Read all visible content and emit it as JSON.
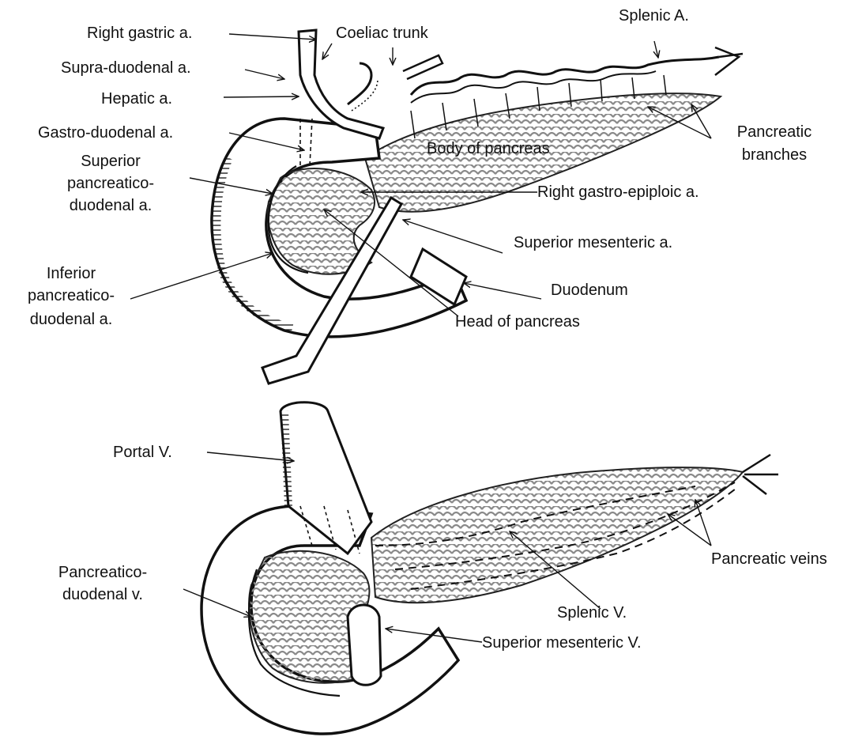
{
  "arterial_supply": {
    "labels": {
      "right_gastric": "Right gastric a.",
      "coeliac_trunk": "Coeliac trunk",
      "splenic_artery": "Splenic A.",
      "supra_duodenal": "Supra-duodenal a.",
      "hepatic": "Hepatic a.",
      "gastro_duodenal": "Gastro-duodenal a.",
      "pancreatic_branches_1": "Pancreatic",
      "pancreatic_branches_2": "branches",
      "body_of_pancreas": "Body of pancreas",
      "sup_pd_1": "Superior",
      "sup_pd_2": "pancreatico-",
      "sup_pd_3": "duodenal a.",
      "right_gastro_epiploic": "Right gastro-epiploic a.",
      "superior_mesenteric_a": "Superior mesenteric a.",
      "inf_pd_1": "Inferior",
      "inf_pd_2": "pancreatico-",
      "inf_pd_3": "duodenal a.",
      "duodenum": "Duodenum",
      "head_of_pancreas": "Head of pancreas"
    }
  },
  "venous_drainage": {
    "labels": {
      "portal_v": "Portal V.",
      "pancreatic_veins": "Pancreatic veins",
      "pd_v_1": "Pancreatico-",
      "pd_v_2": "duodenal v.",
      "splenic_v": "Splenic V.",
      "superior_mesenteric_v": "Superior mesenteric V."
    }
  }
}
